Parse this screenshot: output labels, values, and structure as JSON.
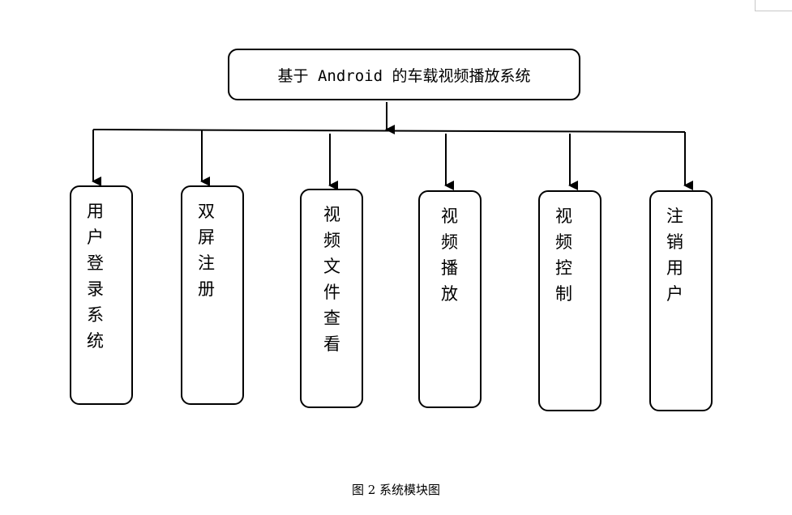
{
  "root": {
    "label": "基于 Android 的车载视频播放系统"
  },
  "modules": [
    {
      "label": "用户登录系统"
    },
    {
      "label": "双屏注册"
    },
    {
      "label": "视频文件查看"
    },
    {
      "label": "视频播放"
    },
    {
      "label": "视频控制"
    },
    {
      "label": "注销用户"
    }
  ],
  "caption": "图 2 系统模块图"
}
